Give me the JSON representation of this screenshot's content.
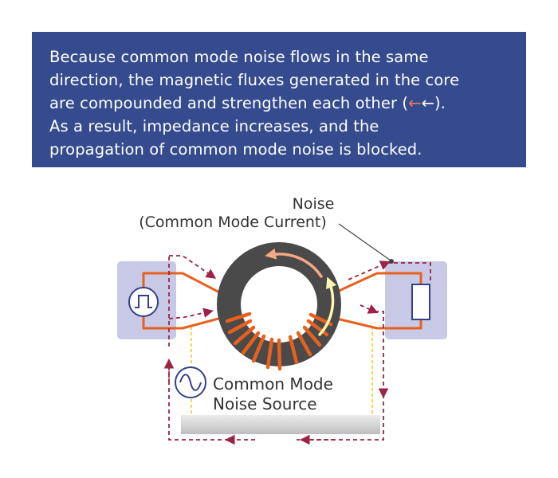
{
  "banner": {
    "line1": "Because common mode noise flows in the same",
    "line2": "direction, the magnetic fluxes generated in the core",
    "line3_pre": "are compounded and strengthen each other (",
    "line3_arrow1": "←",
    "line3_arrow2": "←",
    "line3_post": ").",
    "line4": "As a result, impedance increases, and the",
    "line5": "propagation of common mode noise is blocked."
  },
  "diagram": {
    "noise_label_line1": "Noise",
    "noise_label_line2": "(Common Mode Current)",
    "source_label_line1": "Common Mode",
    "source_label_line2": "Noise Source"
  },
  "icons": {
    "pulse_source": "square-pulse-icon",
    "ac_source": "sine-wave-icon",
    "load": "resistor-icon"
  },
  "colors": {
    "banner_bg": "#354b8e",
    "core": "#4a4a4a",
    "winding": "#e8601c",
    "noise_path": "#9c2343",
    "ground_link": "#f2d64b",
    "box_bg": "#c8c9e6",
    "flux_arrow_orange": "#f4a886",
    "flux_arrow_yellow": "#fff6b0"
  }
}
